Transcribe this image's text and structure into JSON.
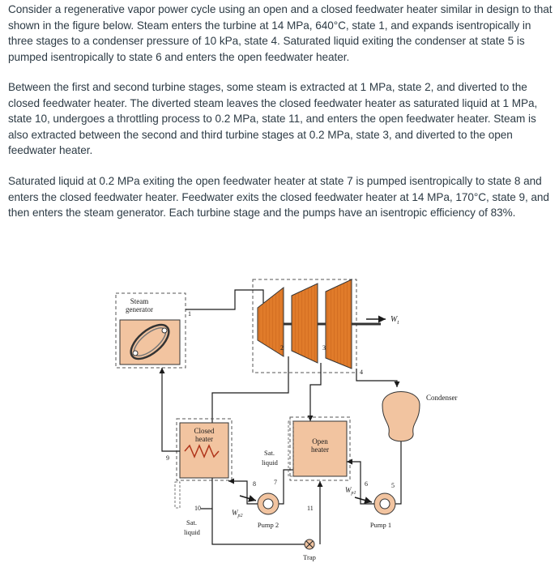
{
  "problem": {
    "paragraph_1": "Consider a regenerative vapor power cycle using an open and a closed feedwater heater similar in design to that shown in the figure below. Steam enters the turbine at 14 MPa, 640°C, state 1, and expands isentropically in three stages to a condenser pressure of 10 kPa, state 4. Saturated liquid exiting the condenser at state 5 is pumped isentropically to state 6 and enters the open feedwater heater.",
    "paragraph_2": "Between the first and second turbine stages, some steam is extracted at 1 MPa, state 2, and diverted to the closed feedwater heater. The diverted steam leaves the closed feedwater heater as saturated liquid at 1 MPa, state 10, undergoes a throttling process to 0.2 MPa, state 11, and enters the open feedwater heater. Steam is also extracted between the second and third turbine stages at 0.2 MPa, state 3, and diverted to the open feedwater heater.",
    "paragraph_3": "Saturated liquid at 0.2 MPa exiting the open feedwater heater at state 7 is pumped isentropically to state 8 and enters the closed feedwater heater. Feedwater exits the closed feedwater heater at 14 MPa, 170°C, state 9, and then enters the steam generator. Each turbine stage and the pumps have an isentropic efficiency of 83%."
  },
  "figure": {
    "steam_generator_line1": "Steam",
    "steam_generator_line2": "generator",
    "closed_heater_line1": "Closed",
    "closed_heater_line2": "heater",
    "open_heater_line1": "Open",
    "open_heater_line2": "heater",
    "condenser": "Condenser",
    "sat_liquid_mid_line1": "Sat.",
    "sat_liquid_mid_line2": "liquid",
    "sat_liquid_left_line1": "Sat.",
    "sat_liquid_left_line2": "liquid",
    "pump1": "Pump 1",
    "pump2": "Pump 2",
    "trap": "Trap",
    "wt": "W",
    "wt_sub": "t",
    "wp1": "W",
    "wp1_sub": "p1",
    "wp2": "W",
    "wp2_sub": "p2",
    "state_labels": {
      "s1": "1",
      "s2": "2",
      "s3": "3",
      "s4": "4",
      "s5": "5",
      "s6": "6",
      "s7": "7",
      "s8": "8",
      "s9": "9",
      "s10": "10",
      "s11": "11"
    },
    "colors": {
      "component_fill": "#f2c4a0",
      "turbine_fill": "#e07b2a",
      "pump_fill": "#f2c4a0",
      "line": "#1a1a1a"
    }
  }
}
